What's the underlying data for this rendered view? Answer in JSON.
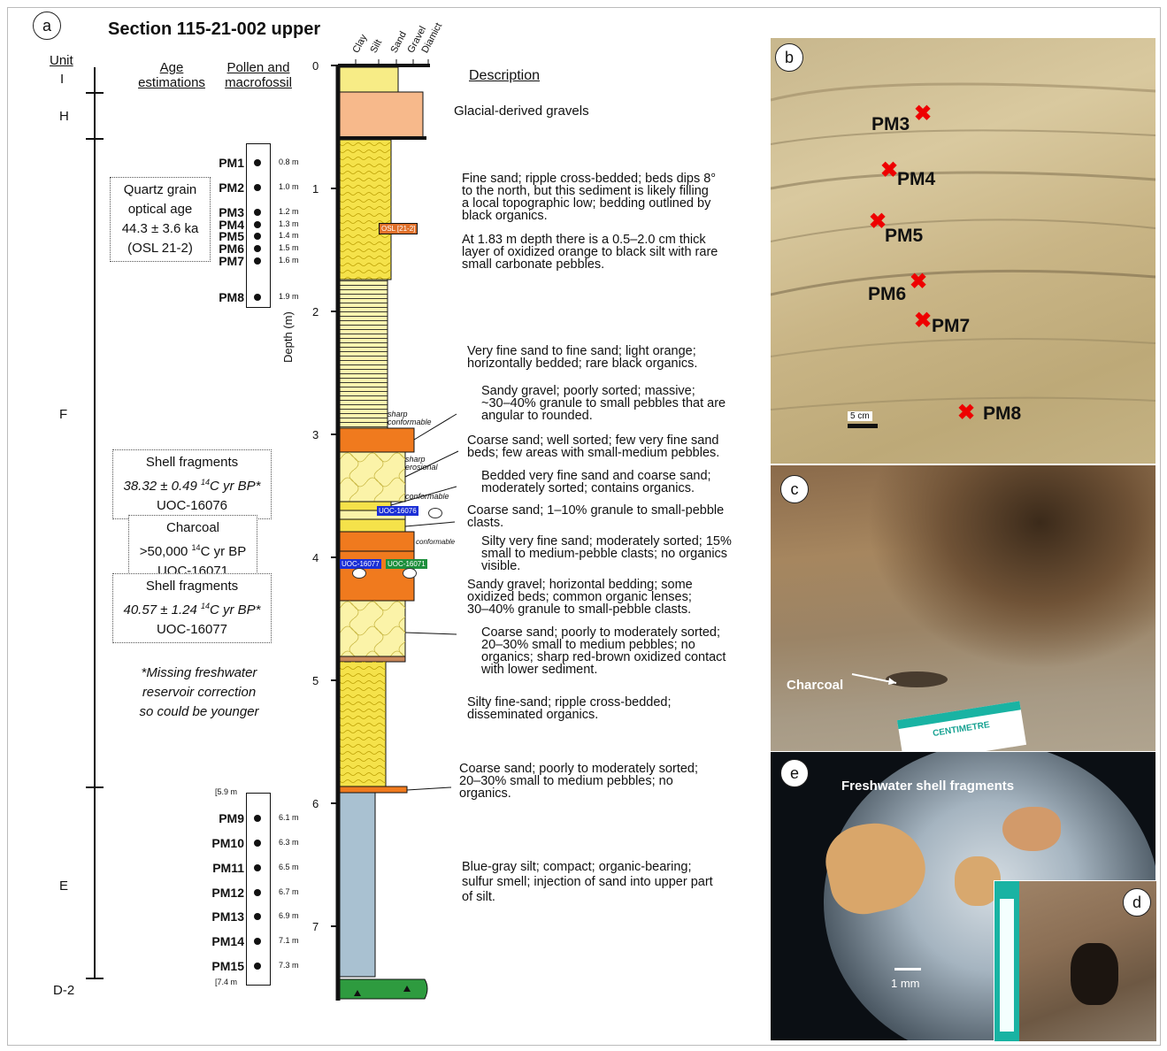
{
  "panel_a": {
    "letter": "a",
    "title": "Section 115-21-002 upper",
    "headers": {
      "unit": "Unit",
      "age": [
        "Age",
        "estimations"
      ],
      "pollen": [
        "Pollen and",
        "macrofossil"
      ],
      "description": "Description",
      "depth_axis": "Depth (m)"
    },
    "grain_sizes": [
      "Clay",
      "Silt",
      "Sand",
      "Gravel",
      "Diamict"
    ],
    "depth_ticks": [
      "0",
      "1",
      "2",
      "3",
      "4",
      "5",
      "6",
      "7"
    ],
    "units": [
      "I",
      "H",
      "F",
      "E",
      "D-2"
    ],
    "age_boxes": {
      "quartz": [
        "Quartz grain",
        "optical age",
        "44.3 ± 3.6 ka",
        "(OSL 21-2)"
      ],
      "shell1": [
        "Shell fragments",
        "38.32 ± 0.49 14C yr BP*",
        "UOC-16076"
      ],
      "charcoal": [
        "Charcoal",
        ">50,000 14C yr BP",
        "UOC-16071"
      ],
      "shell2": [
        "Shell fragments",
        "40.57 ± 1.24 14C yr BP*",
        "UOC-16077"
      ],
      "note": [
        "*Missing freshwater",
        "reservoir correction",
        "so could be younger"
      ]
    },
    "samples_upper": [
      {
        "name": "PM1",
        "depth": "0.8 m"
      },
      {
        "name": "PM2",
        "depth": "1.0 m"
      },
      {
        "name": "PM3",
        "depth": "1.2 m"
      },
      {
        "name": "PM4",
        "depth": "1.3 m"
      },
      {
        "name": "PM5",
        "depth": "1.4 m"
      },
      {
        "name": "PM6",
        "depth": "1.5 m"
      },
      {
        "name": "PM7",
        "depth": "1.6 m"
      },
      {
        "name": "PM8",
        "depth": "1.9 m"
      }
    ],
    "samples_lower": [
      {
        "name": "PM9",
        "depth": "6.1 m"
      },
      {
        "name": "PM10",
        "depth": "6.3 m"
      },
      {
        "name": "PM11",
        "depth": "6.5 m"
      },
      {
        "name": "PM12",
        "depth": "6.7 m"
      },
      {
        "name": "PM13",
        "depth": "6.9 m"
      },
      {
        "name": "PM14",
        "depth": "7.1 m"
      },
      {
        "name": "PM15",
        "depth": "7.3 m"
      }
    ],
    "lower_box_top": "[5.9 m",
    "lower_box_bottom": "[7.4 m",
    "column_labels": {
      "osl": "OSL [21-2]",
      "uoc16076": "UOC-16076",
      "uoc16077": "UOC-16077",
      "uoc16071": "UOC-16071",
      "sharp_conformable": [
        "sharp",
        "conformable"
      ],
      "sharp_erosional": [
        "sharp",
        "erosional"
      ],
      "conformable1": "conformable",
      "conformable2": "conformable"
    },
    "descriptions": {
      "d1": "Glacial-derived gravels",
      "d2": [
        "Fine sand; ripple cross-bedded; beds dips 8°",
        "to the north, but this sediment is likely filling",
        "a local topographic low; bedding outlined by",
        "black organics."
      ],
      "d3": [
        "At 1.83 m depth there is a 0.5–2.0 cm thick",
        "layer of oxidized orange to black silt with rare",
        "small carbonate pebbles."
      ],
      "d4": [
        "Very fine sand to fine sand; light orange;",
        "horizontally bedded; rare black organics."
      ],
      "d5": [
        "Sandy gravel; poorly sorted; massive;",
        "~30–40% granule to small pebbles that are",
        "angular to rounded."
      ],
      "d6": [
        "Coarse sand; well sorted; few very fine sand",
        "beds; few areas with small-medium pebbles."
      ],
      "d7": [
        "Bedded very fine sand and coarse sand;",
        "moderately sorted; contains organics."
      ],
      "d8": [
        "Coarse sand; 1–10% granule to small-pebble",
        "clasts."
      ],
      "d9": [
        "Silty very fine sand; moderately sorted; 15%",
        "small to medium-pebble clasts; no organics",
        "visible."
      ],
      "d10": [
        "Sandy gravel; horizontal bedding; some",
        "oxidized beds; common organic lenses;",
        "30–40% granule to small-pebble clasts."
      ],
      "d11": [
        "Coarse sand; poorly to moderately sorted;",
        "20–30% small to medium pebbles; no",
        "organics; sharp red-brown oxidized contact",
        "with lower sediment."
      ],
      "d12": [
        "Silty fine-sand; ripple cross-bedded;",
        "disseminated organics."
      ],
      "d13": [
        "Coarse sand; poorly to moderately sorted;",
        "20–30% small to medium pebbles; no",
        "organics."
      ],
      "d14": [
        "Blue-gray silt; compact; organic-bearing;",
        "sulfur smell; injection of sand into upper part",
        "of silt."
      ]
    },
    "colors": {
      "yellow": "#f5e24a",
      "peach": "#f7b98b",
      "orange": "#f07a1e",
      "cream": "#fbf3a8",
      "bluegray": "#a9c1d1",
      "green": "#2e9b3f"
    }
  },
  "panel_b": {
    "letter": "b",
    "labels": [
      "PM3",
      "PM4",
      "PM5",
      "PM6",
      "PM7",
      "PM8"
    ],
    "scale": "5 cm"
  },
  "panel_c": {
    "letter": "c",
    "charcoal": "Charcoal",
    "ruler": "CENTIMETRE"
  },
  "panel_e": {
    "letter": "e",
    "title": "Freshwater shell fragments",
    "scale": "1 mm"
  },
  "panel_d": {
    "letter": "d"
  }
}
